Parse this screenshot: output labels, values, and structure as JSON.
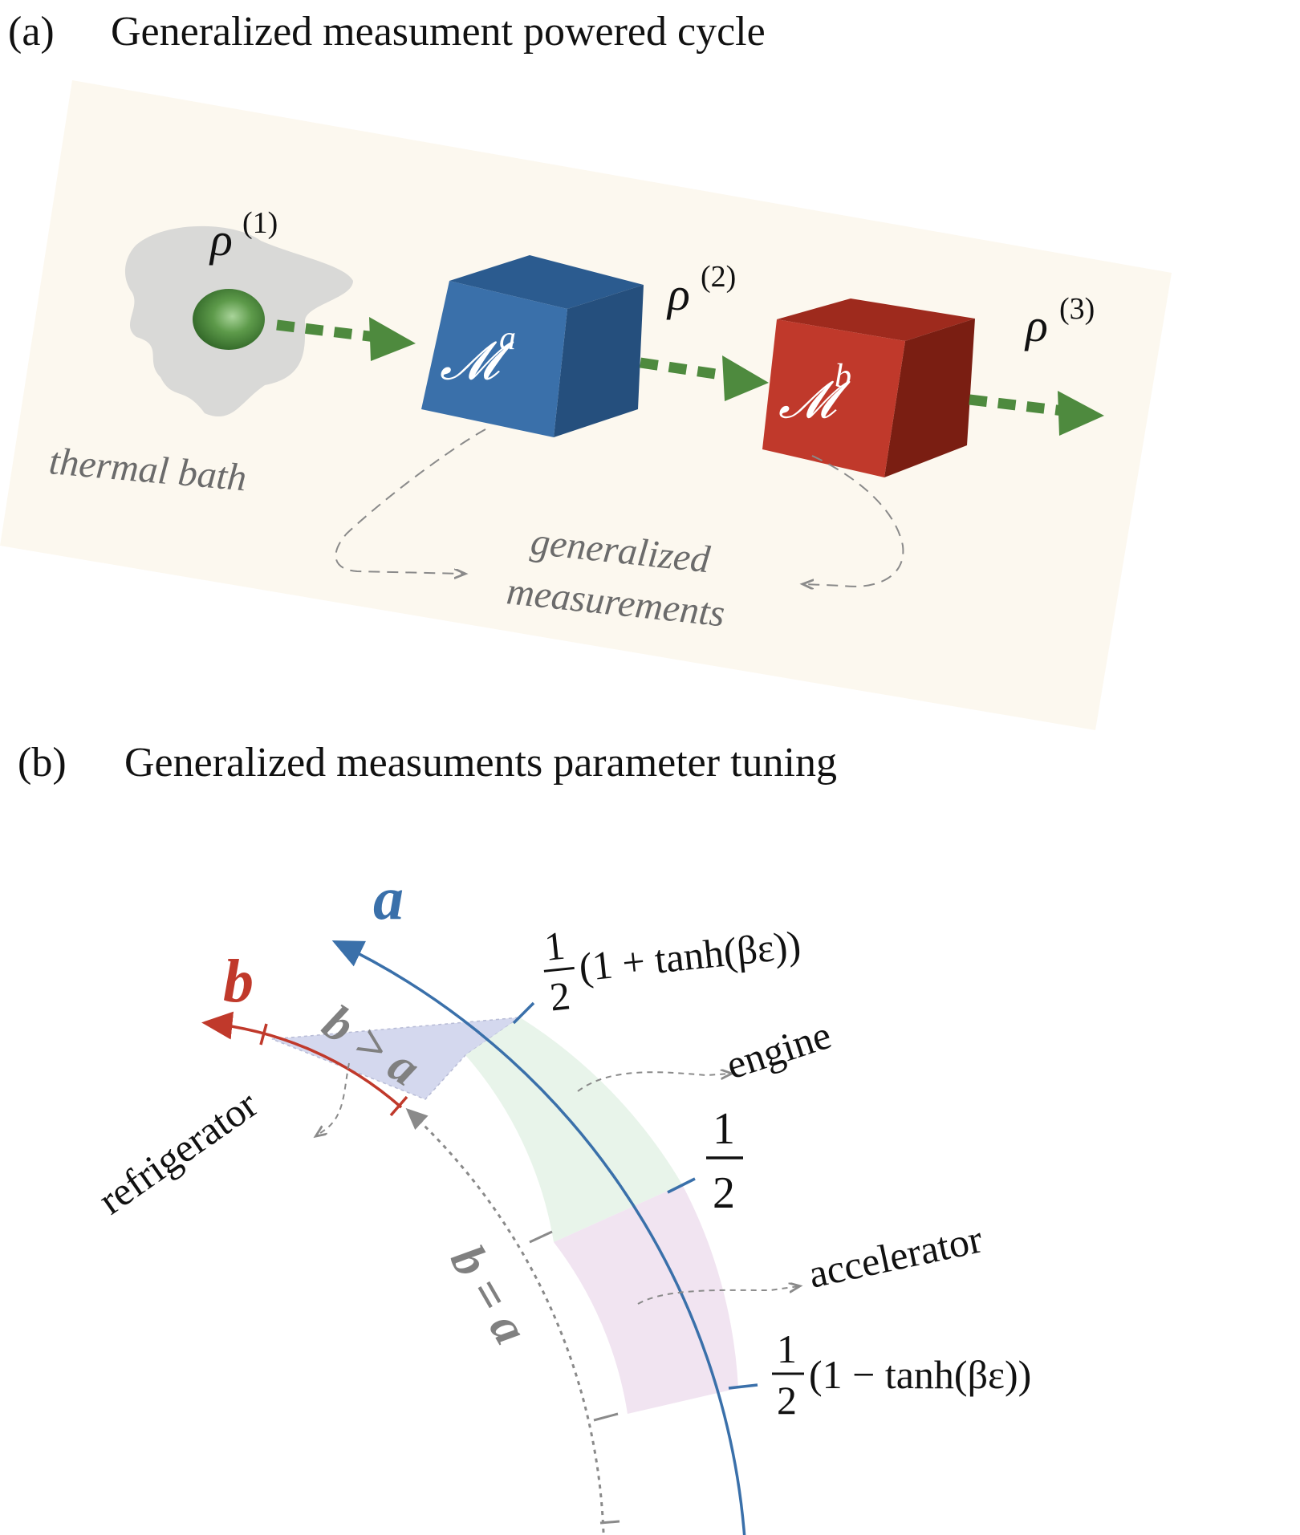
{
  "panel_a": {
    "label": "(a)",
    "title": "Generalized measument powered cycle",
    "rho1": "ρ",
    "rho1_sup": "(1)",
    "rho2": "ρ",
    "rho2_sup": "(2)",
    "rho3": "ρ",
    "rho3_sup": "(3)",
    "cube_a_symbol": "𝓜",
    "cube_a_sup": "a",
    "cube_b_symbol": "𝓜",
    "cube_b_sup": "b",
    "bath_label": "thermal bath",
    "gm_line1": "generalized",
    "gm_line2": "measurements"
  },
  "panel_b": {
    "label": "(b)",
    "title": "Generalized measuments parameter tuning",
    "axis_a": "a",
    "axis_b": "b",
    "region_b_gt_a": "b > a",
    "line_b_eq_a": "b = a",
    "engine": "engine",
    "accelerator": "accelerator",
    "refrigerator": "refrigerator",
    "tick_top_num": "1",
    "tick_top_den": "2",
    "tick_top_rest": "(1 + tanh(βε))",
    "tick_mid_num": "1",
    "tick_mid_den": "2",
    "tick_bot_num": "1",
    "tick_bot_den": "2",
    "tick_bot_rest": "(1 − tanh(βε))"
  },
  "colors": {
    "blue": "#3a70aa",
    "red": "#c0392b",
    "green_arrow": "#4e8a3e",
    "panel_bg": "#fcf8ef",
    "engine_fill": "#e8f4ea",
    "accel_fill": "#f1e4f1",
    "bgta_fill": "#d4d8ee"
  },
  "icons": [
    "green-ball-icon",
    "cube-a-icon",
    "cube-b-icon",
    "dashed-arrow-icon"
  ]
}
